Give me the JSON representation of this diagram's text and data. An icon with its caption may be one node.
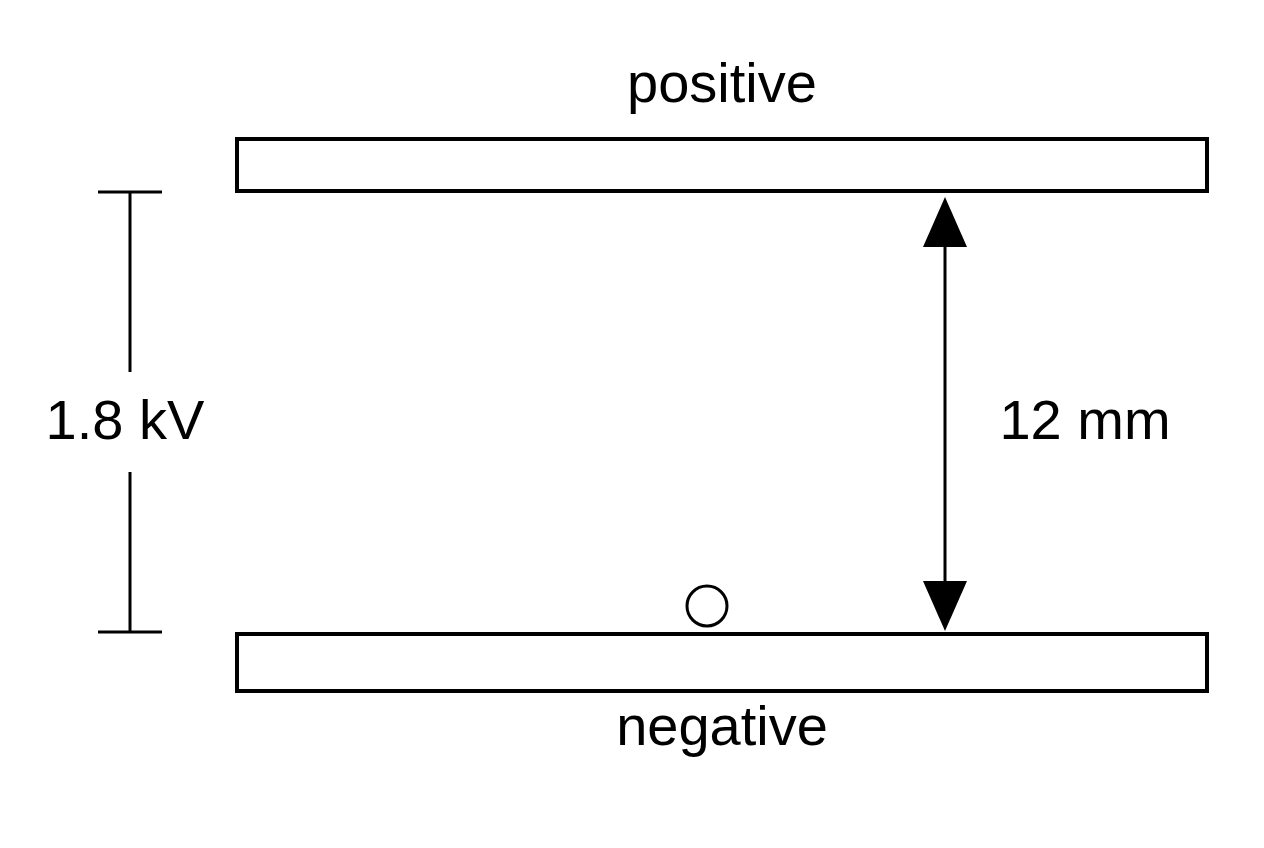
{
  "diagram": {
    "nodes": [
      {
        "text": [
          "positive"
        ]
      },
      {
        "text": [],
        "shape": "circle"
      },
      {
        "text": [
          "negative"
        ]
      }
    ],
    "labels": [
      "1.8 kV",
      "12 mm"
    ]
  }
}
